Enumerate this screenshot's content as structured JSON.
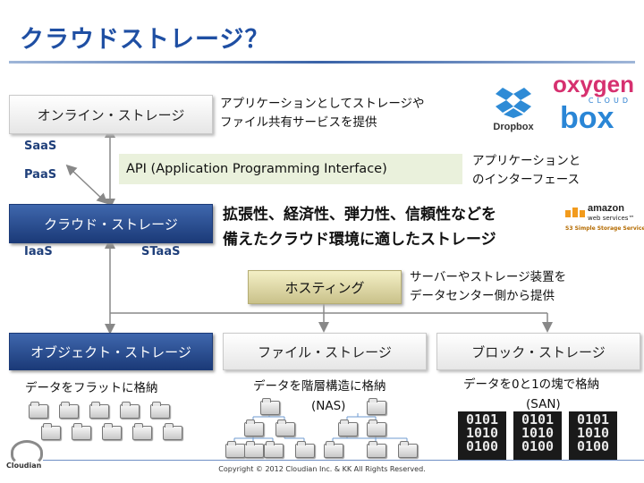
{
  "title": "クラウドストレージ？",
  "online_storage": {
    "label": "オンライン・ストレージ",
    "desc_1": "アプリケーションとしてストレージや",
    "desc_2": "ファイル共有サービスを提供"
  },
  "service_layers": {
    "saas": "SaaS",
    "paas": "PaaS",
    "iaas": "IaaS",
    "staas": "STaaS"
  },
  "api": {
    "label": "API (Application Programming Interface)",
    "desc_1": "アプリケーションと",
    "desc_2": "のインターフェース"
  },
  "cloud_storage": {
    "label": "クラウド・ストレージ",
    "desc_1": "拡張性、経済性、弾力性、信頼性などを",
    "desc_2": "備えたクラウド環境に適したストレージ"
  },
  "hosting": {
    "label": "ホスティング",
    "desc_1": "サーバーやストレージ装置を",
    "desc_2": "データセンター側から提供"
  },
  "object_storage": {
    "label": "オブジェクト・ストレージ",
    "desc": "データをフラットに格納"
  },
  "file_storage": {
    "label": "ファイル・ストレージ",
    "desc": "データを階層構造に格納",
    "sub": "(NAS)"
  },
  "block_storage": {
    "label": "ブロック・ストレージ",
    "desc": "データを0と1の塊で格納",
    "sub": "(SAN)",
    "binary": [
      "0101",
      "1010",
      "0100"
    ]
  },
  "logos": {
    "dropbox": "Dropbox",
    "oxygen": "oxygen",
    "oxygen_sub": "CLOUD",
    "box": "box",
    "amazon": "amazon",
    "amazon_sub": "web services™",
    "s3": "S3  Simple Storage Service",
    "cloudian": "Cloudian"
  },
  "footer": "Copyright © 2012  Cloudian Inc. & KK   All Rights Reserved.",
  "colors": {
    "title": "#1f4fa3",
    "dark_box": "#1b3a78",
    "api_bg": "#eaf1dc",
    "hosting_bg": "#d9d19a"
  }
}
